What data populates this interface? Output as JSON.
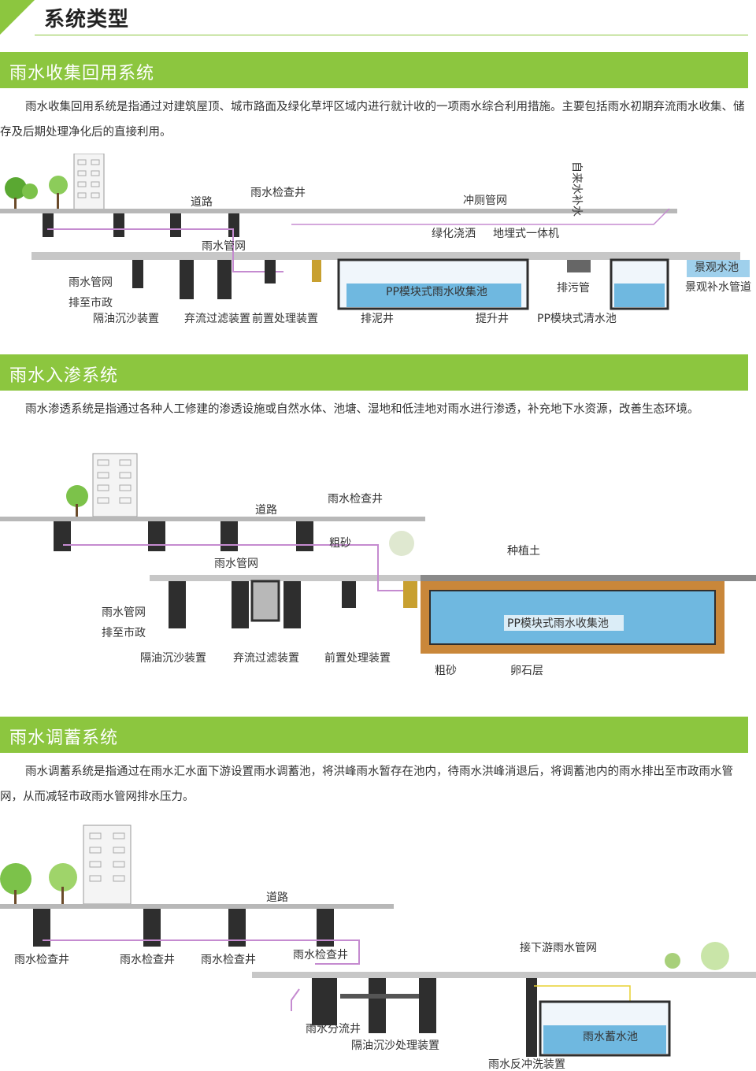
{
  "header": {
    "title": "系统类型"
  },
  "colors": {
    "accent": "#8cc63f",
    "water": "#6fb8e0",
    "soil": "#c9873a",
    "pipe": "#2e2e2e",
    "pipe_line": "#c58bd0"
  },
  "sections": [
    {
      "title": "雨水收集回用系统",
      "paragraph": "雨水收集回用系统是指通过对建筑屋顶、城市路面及绿化草坪区域内进行就计收的一项雨水综合利用措施。主要包括雨水初期弃流雨水收集、储存及后期处理净化后的直接利用。",
      "labels": {
        "road": "道路",
        "manhole": "雨水检查井",
        "flush_net": "冲厕管网",
        "tap_water": "自来水补水",
        "green_spray": "绿化浇洒",
        "buried_unit": "地埋式一体机",
        "rain_net": "雨水管网",
        "rain_net_left": "雨水管网",
        "to_city": "排至市政",
        "oil_sand": "隔油沉沙装置",
        "discard_filter": "弃流过滤装置",
        "pre_treat": "前置处理装置",
        "pp_pool": "PP模块式雨水收集池",
        "drain_pipe": "排污管",
        "landscape_pipe": "景观补水管道",
        "landscape_pool": "景观水池",
        "mud_well": "排泥井",
        "lift_well": "提升井",
        "clear_pool": "PP模块式清水池"
      }
    },
    {
      "title": "雨水入渗系统",
      "paragraph": "雨水渗透系统是指通过各种人工修建的渗透设施或自然水体、池塘、湿地和低洼地对雨水进行渗透，补充地下水资源，改善生态环境。",
      "labels": {
        "road": "道路",
        "manhole": "雨水检查井",
        "coarse_sand": "粗砂",
        "plant_soil": "种植土",
        "rain_net": "雨水管网",
        "rain_net_left": "雨水管网",
        "to_city": "排至市政",
        "pp_pool": "PP模块式雨水收集池",
        "oil_sand": "隔油沉沙装置",
        "discard_filter": "弃流过滤装置",
        "pre_treat": "前置处理装置",
        "coarse_sand_bottom": "粗砂",
        "pebble": "卵石层"
      }
    },
    {
      "title": "雨水调蓄系统",
      "paragraph": "雨水调蓄系统是指通过在雨水汇水面下游设置雨水调蓄池，将洪峰雨水暂存在池内，待雨水洪峰消退后，将调蓄池内的雨水排出至市政雨水管网，从而减轻市政雨水管网排水压力。",
      "labels": {
        "road": "道路",
        "manhole_1": "雨水检查井",
        "manhole_2": "雨水检查井",
        "manhole_3": "雨水检查井",
        "manhole_4": "雨水检查井",
        "downstream": "接下游雨水管网",
        "split_well": "雨水分流井",
        "storage_pool": "雨水蓄水池",
        "oil_sand_treat": "隔油沉沙处理装置",
        "backwash": "雨水反冲洗装置"
      }
    }
  ]
}
